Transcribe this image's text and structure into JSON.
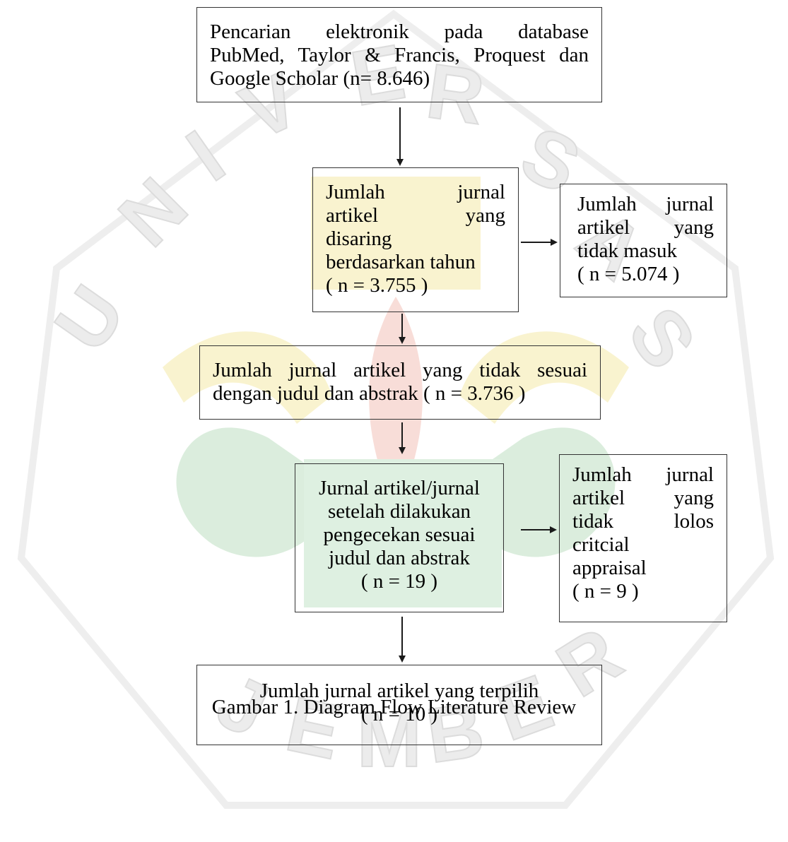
{
  "watermark": {
    "letters": [
      "U",
      "N",
      "I",
      "V",
      "E",
      "R",
      "S",
      "I",
      "T",
      "A",
      "S"
    ],
    "bottom_letters": [
      "J",
      "E",
      "M",
      "B",
      "E",
      "R"
    ],
    "colors": {
      "gold": "#f2e6a6",
      "green": "#bfe0c4",
      "red": "#f3c6c2",
      "stroke": "#cfcfcf"
    }
  },
  "boxes": {
    "search": {
      "lines": [
        "Pencarian elektronik pada database",
        "PubMed, Taylor & Francis, Proquest dan",
        "Google Scholar (n= 8.646)"
      ]
    },
    "year_filter": {
      "lines": [
        "Jumlah jurnal",
        "artikel yang",
        "disaring",
        "berdasarkan tahun",
        "( n = 3.755 )"
      ]
    },
    "excluded_year": {
      "lines": [
        "Jumlah jurnal",
        "artikel yang",
        "tidak masuk",
        "( n = 5.074 )"
      ]
    },
    "title_abstract": {
      "lines": [
        "Jumlah jurnal artikel yang tidak sesuai",
        "dengan judul dan abstrak ( n = 3.736 )"
      ]
    },
    "checked": {
      "lines": [
        "Jurnal artikel/jurnal",
        "setelah dilakukan",
        "pengecekan sesuai",
        "judul dan abstrak",
        "( n = 19 )"
      ]
    },
    "excluded_appraisal": {
      "lines": [
        "Jumlah jurnal",
        "artikel yang",
        "tidak lolos",
        "critcial",
        "appraisal",
        "( n = 9 )"
      ]
    },
    "selected": {
      "lines": [
        "Jumlah jurnal artikel yang terpilih",
        "( n = 10 )"
      ]
    }
  },
  "caption": "Gambar 1. Diagram Flow Literature Review"
}
